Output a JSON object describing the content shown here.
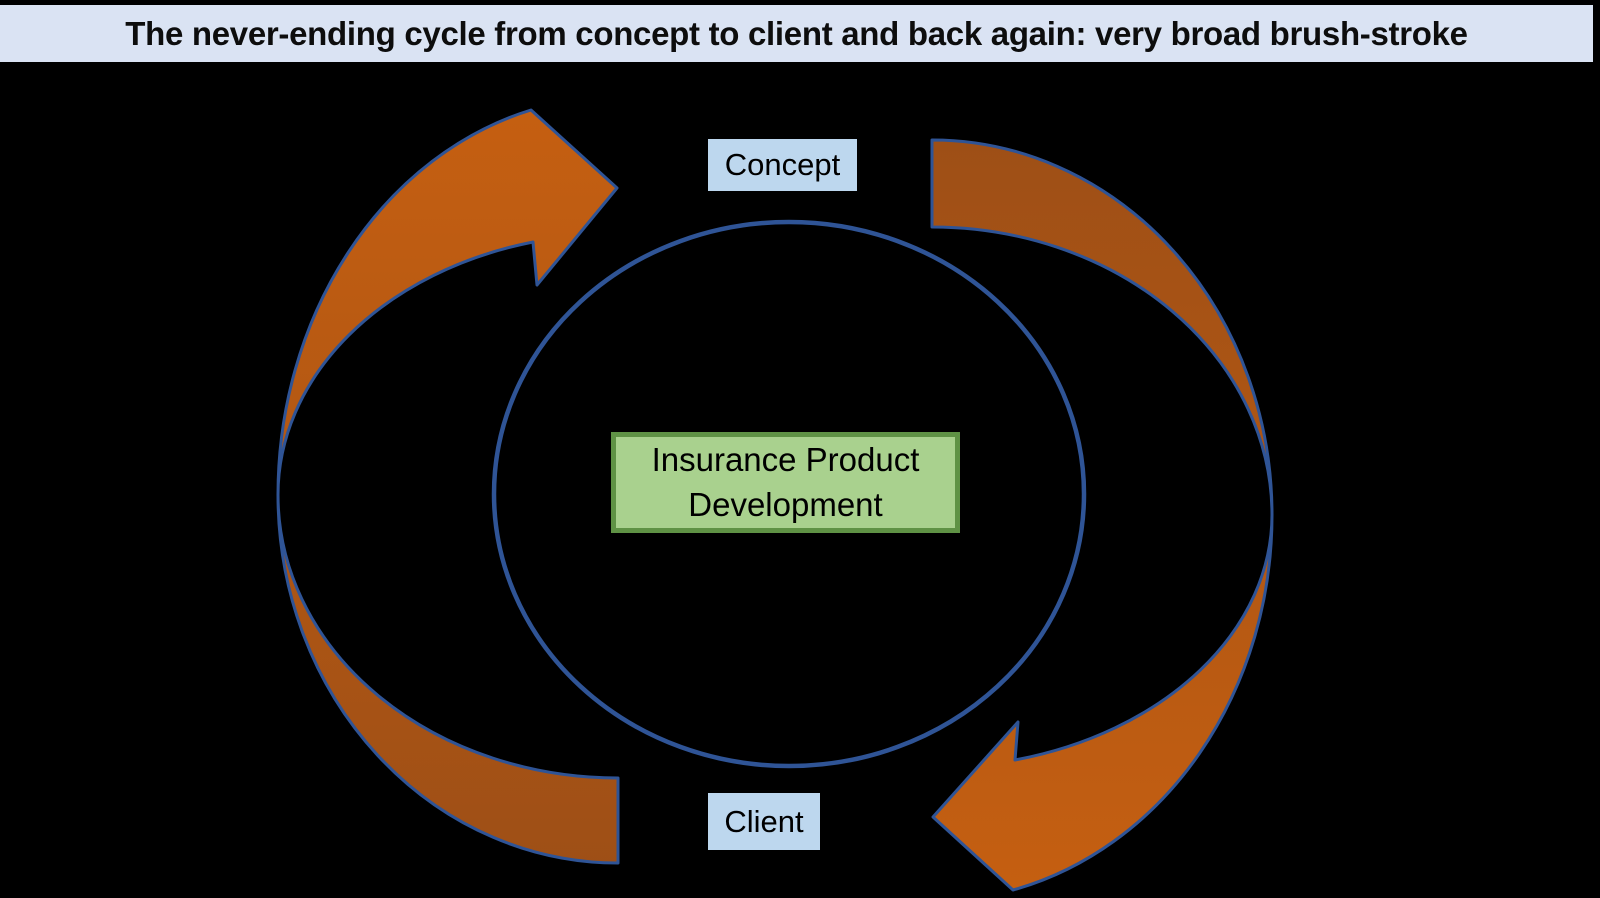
{
  "title_bar": {
    "text": "The never-ending cycle from concept to client and back again: very broad brush-stroke",
    "bg": "#dae3f3",
    "text_color": "#0d0d0d"
  },
  "cycle": {
    "top_label": "Concept",
    "bottom_label": "Client",
    "center_label": "Insurance Product Development",
    "label_bg": "#bdd7ee",
    "center_bg": "#a9d18e",
    "center_border": "#5f9245",
    "circle_color": "#2f5496",
    "arrow_outline": "#2f5496",
    "arrow_bright": "#c55f11",
    "arrow_dark": "#9e4f16",
    "background": "#000000"
  }
}
